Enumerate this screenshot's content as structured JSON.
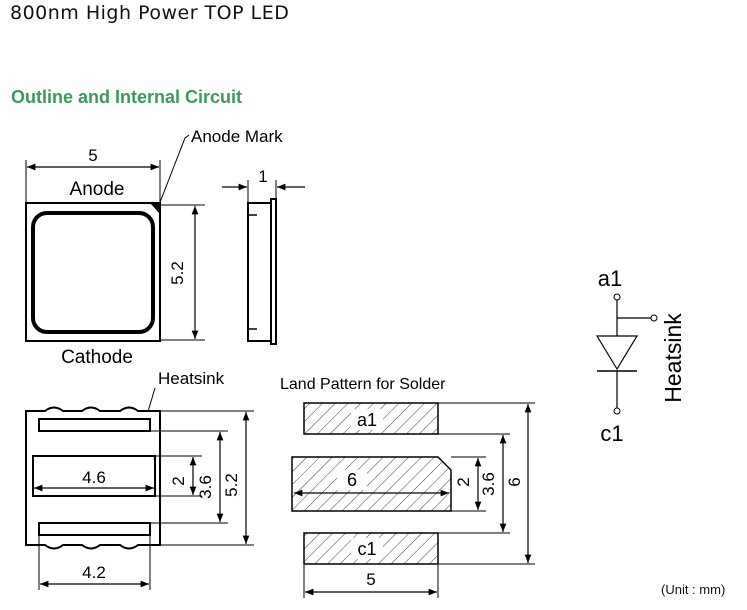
{
  "title": "800nm High Power TOP LED",
  "section_heading": "Outline and Internal Circuit",
  "unit_note": "(Unit : mm)",
  "top_view": {
    "width_dim": "5",
    "height_dim": "5.2",
    "anode_label": "Anode",
    "cathode_label": "Cathode",
    "anode_mark_label": "Anode Mark"
  },
  "side_view": {
    "thickness_dim": "1"
  },
  "bottom_view": {
    "heatsink_label": "Heatsink",
    "heatsink_width_dim": "4.6",
    "pad_width_dim": "4.2",
    "heatsink_height_dim": "2",
    "inner_height_dim": "3.6",
    "total_height_dim": "5.2"
  },
  "land_pattern": {
    "title": "Land Pattern for Solder",
    "pad_a1": "a1",
    "pad_c1": "c1",
    "center_width_dim": "6",
    "bottom_width_dim": "5",
    "center_height_dim": "2",
    "inner_height_dim": "3.6",
    "total_height_dim": "6"
  },
  "circuit": {
    "anode_label": "a1",
    "cathode_label": "c1",
    "heatsink_label": "Heatsink"
  }
}
